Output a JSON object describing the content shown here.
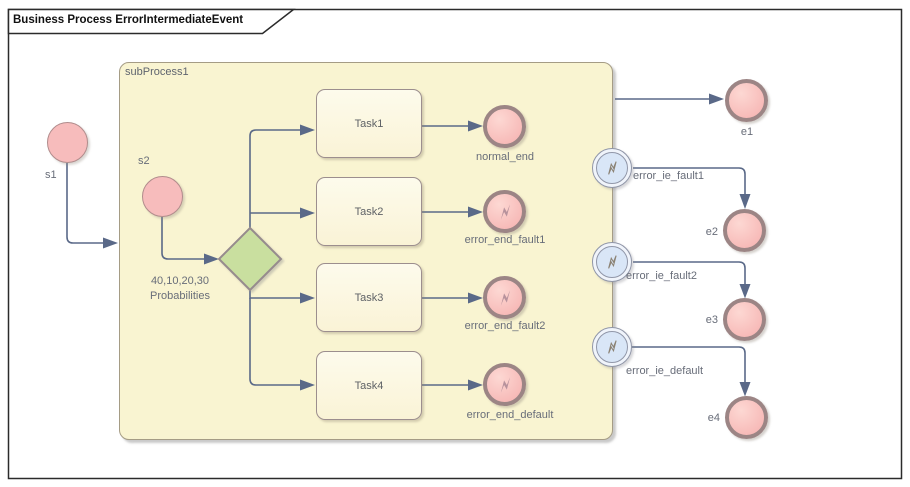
{
  "title": "Business Process ErrorIntermediateEvent",
  "subprocess": {
    "label": "subProcess1"
  },
  "start_events": {
    "s1": "s1",
    "s2": "s2"
  },
  "gateway": {
    "probabilities": "40,10,20,30",
    "caption": "Probabilities"
  },
  "tasks": [
    {
      "label": "Task1"
    },
    {
      "label": "Task2"
    },
    {
      "label": "Task3"
    },
    {
      "label": "Task4"
    }
  ],
  "inner_end_events": [
    {
      "label": "normal_end",
      "icon": "none"
    },
    {
      "label": "error_end_fault1",
      "icon": "error-bolt-icon"
    },
    {
      "label": "error_end_fault2",
      "icon": "error-bolt-icon"
    },
    {
      "label": "error_end_default",
      "icon": "error-bolt-icon"
    }
  ],
  "boundary_events": [
    {
      "label": "error_ie_fault1",
      "icon": "error-bolt-icon"
    },
    {
      "label": "error_ie_fault2",
      "icon": "error-bolt-icon"
    },
    {
      "label": "error_ie_default",
      "icon": "error-bolt-icon"
    }
  ],
  "outer_end_events": [
    {
      "label": "e1"
    },
    {
      "label": "e2"
    },
    {
      "label": "e3"
    },
    {
      "label": "e4"
    }
  ],
  "colors": {
    "frame_border": "#2b2b2b",
    "subprocess_fill": "#f9f4d1",
    "subprocess_border": "#a59c85",
    "task_fill": "#fdfae9",
    "task_border": "#9c8e8e",
    "start_event_fill": "#f7bcbc",
    "start_event_border": "#b18c8c",
    "end_event_fill": "#f8c3c0",
    "end_event_border": "#9c8585",
    "gateway_fill": "#c9df9f",
    "gateway_border": "#968b8d",
    "boundary_fill": "#d9e6f7",
    "boundary_ring": "#f0f4fb",
    "boundary_border": "#9096a8",
    "flow_color": "#5a6988",
    "label_color": "#686d79",
    "error_bolt_fill": "#b7929c"
  }
}
